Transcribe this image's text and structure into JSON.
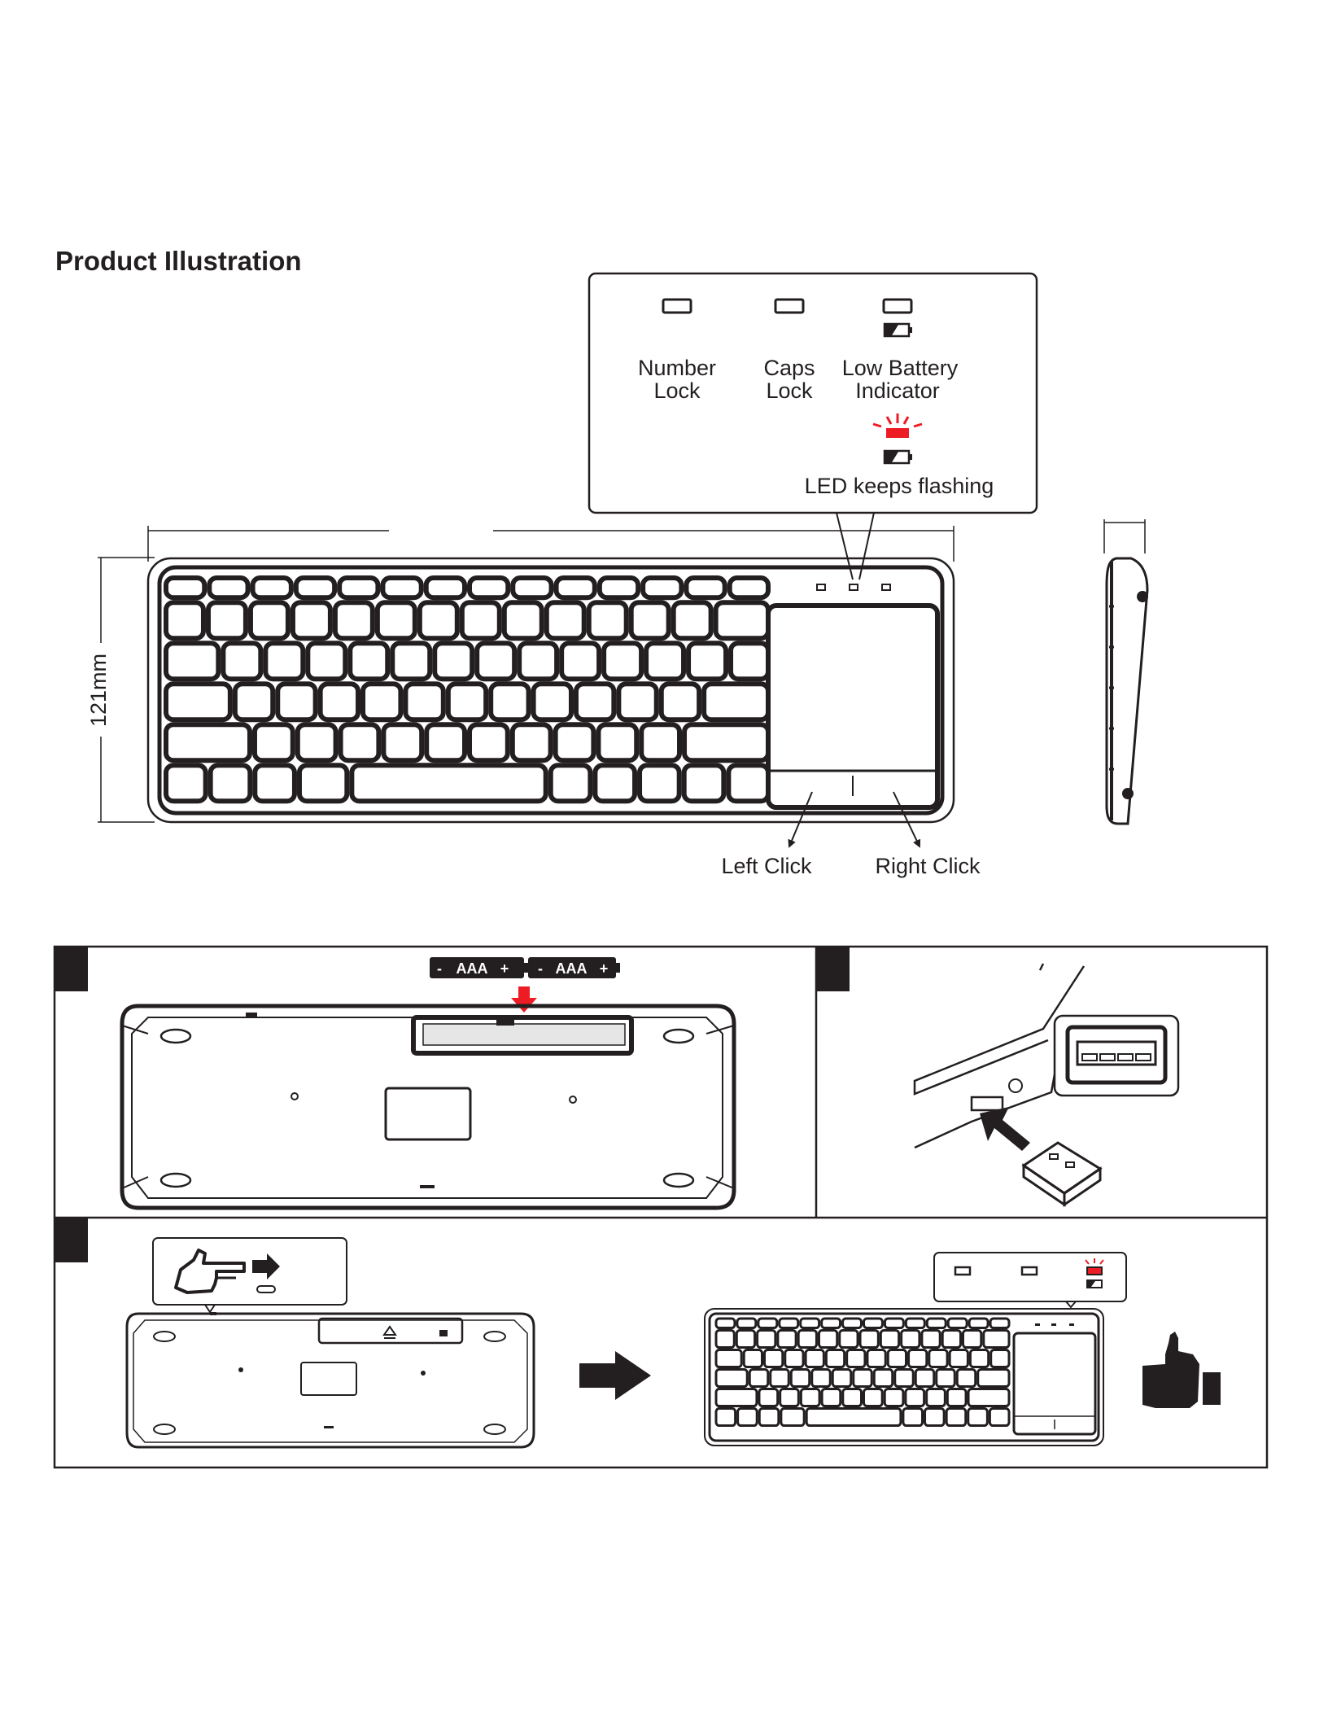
{
  "page": {
    "title": "Product Illustration"
  },
  "indicator_panel": {
    "number_lock_line1": "Number",
    "number_lock_line2": "Lock",
    "caps_lock_line1": "Caps",
    "caps_lock_line2": "Lock",
    "low_battery_line1": "Low Battery",
    "low_battery_line2": "Indicator",
    "flashing_note": "LED keeps flashing"
  },
  "keyboard": {
    "height_dimension": "121mm"
  },
  "touchpad": {
    "left_click": "Left Click",
    "right_click": "Right Click"
  },
  "steps": {
    "battery_1": "AAA",
    "battery_2": "AAA",
    "battery_minus": "-",
    "battery_plus": "+"
  },
  "colors": {
    "line": "#231f20",
    "alert_red": "#ed1c24"
  },
  "icons": [
    "battery-low-icon",
    "led-flash-icon",
    "usb-port-icon",
    "usb-receiver-icon",
    "pointing-hand-icon",
    "arrow-right-icon",
    "thumbs-up-icon"
  ]
}
